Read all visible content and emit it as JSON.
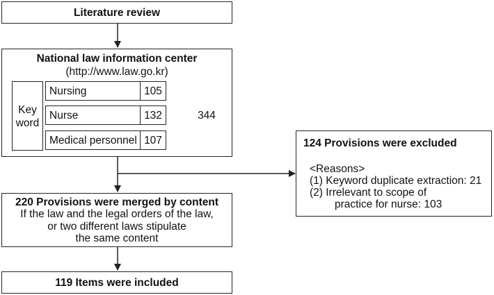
{
  "literature_review": "Literature review",
  "source": {
    "title": "National law information center",
    "url": "(http://www.law.go.kr)",
    "keyword_label_line1": "Key",
    "keyword_label_line2": "word",
    "keywords": [
      {
        "term": "Nursing",
        "count": "105"
      },
      {
        "term": "Nurse",
        "count": "132"
      },
      {
        "term": "Medical personnel",
        "count": "107"
      }
    ],
    "total": "344"
  },
  "excluded": {
    "title": "124 Provisions were excluded",
    "reasons_header": "<Reasons>",
    "reason1": "(1) Keyword duplicate extraction: 21",
    "reason2_line1": "(2) Irrelevant to scope of",
    "reason2_line2": "practice for nurse: 103"
  },
  "merged": {
    "title": "220 Provisions were merged by content",
    "line1": "If the law and the legal orders of the law,",
    "line2": "or two different laws stipulate",
    "line3": "the same content"
  },
  "included": "119 Items were included"
}
